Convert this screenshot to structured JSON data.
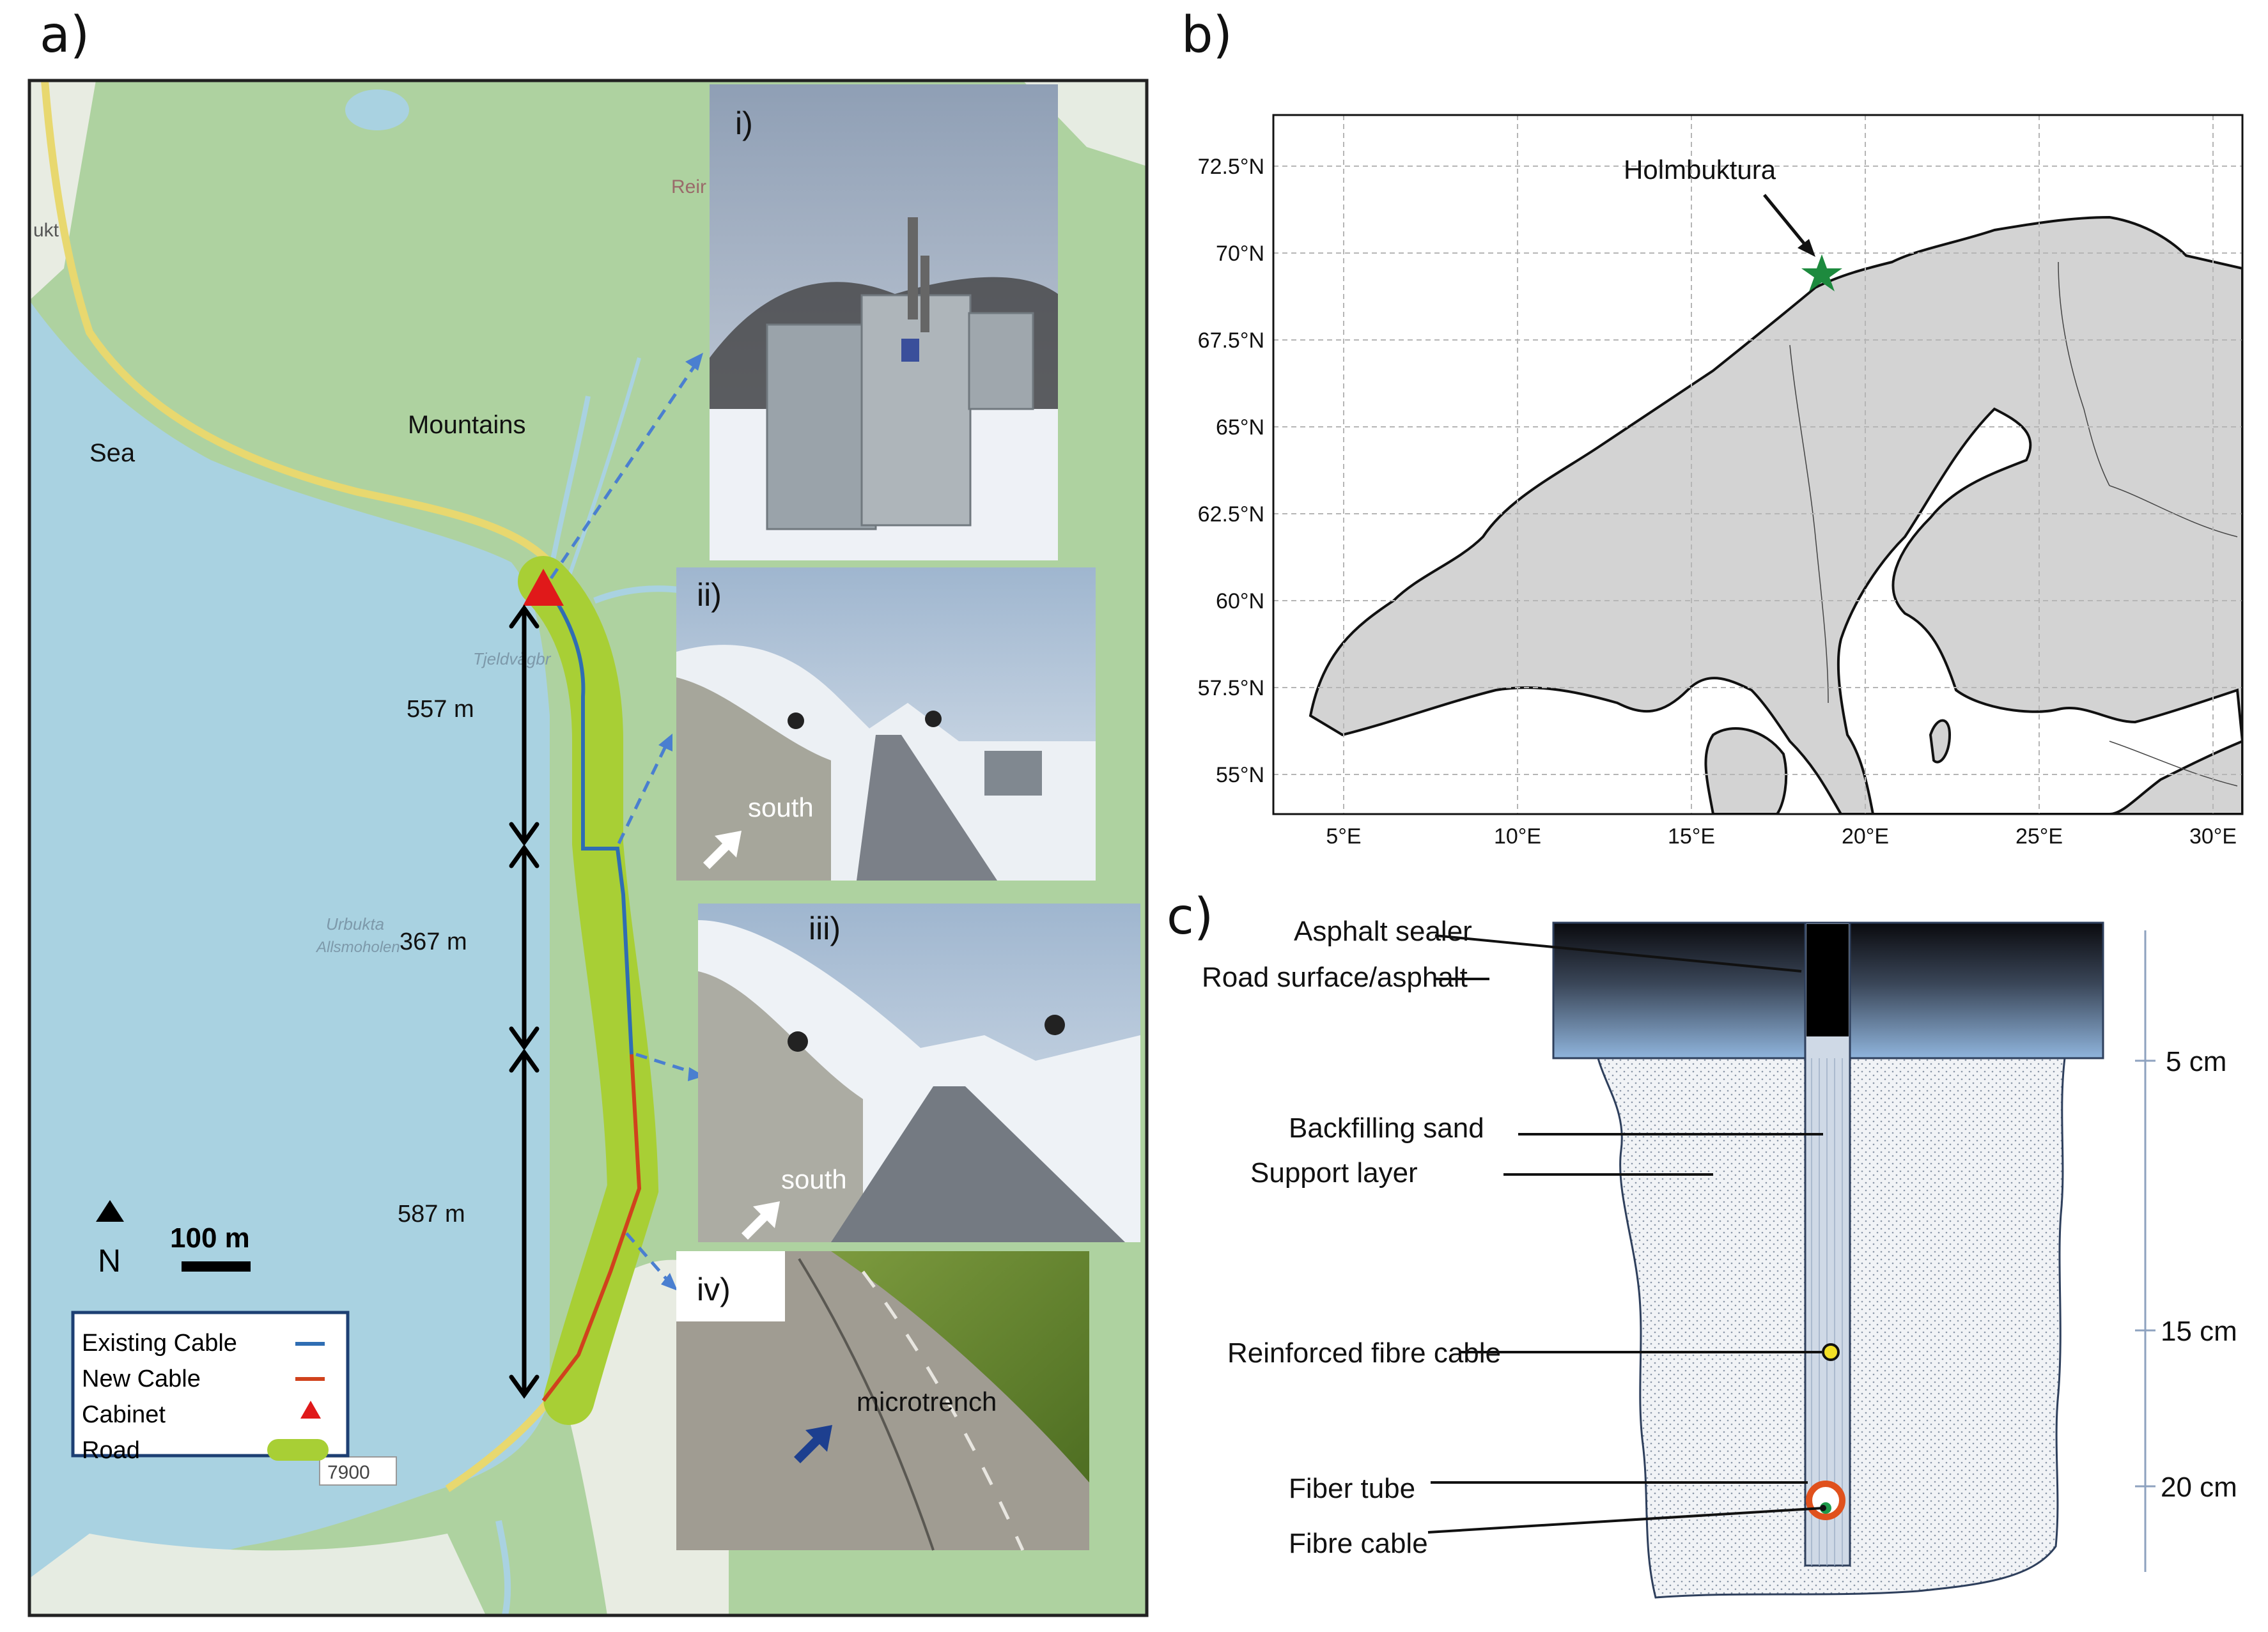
{
  "panel_a": {
    "label": "a)",
    "map_labels": {
      "sea": "Sea",
      "mountains": "Mountains",
      "faint_place_1": "ukt",
      "faint_place_2": "Reir",
      "faint_place_3": "Tjeldvågbr",
      "faint_place_4": "Urbukta",
      "faint_place_5": "Allsmoholen",
      "road_number": "7900"
    },
    "segments": [
      "557 m",
      "367 m",
      "587 m"
    ],
    "north": "N",
    "scale": "100 m",
    "legend": {
      "existing_cable": "Existing Cable",
      "new_cable": "New Cable",
      "cabinet": "Cabinet",
      "road": "Road"
    },
    "photos": {
      "i": {
        "label": "i)"
      },
      "ii": {
        "label": "ii)",
        "direction": "south"
      },
      "iii": {
        "label": "iii)",
        "direction": "south"
      },
      "iv": {
        "label": "iv)",
        "annotation": "microtrench"
      }
    },
    "colors": {
      "sea": "#a9d2e1",
      "land": "#aed2a0",
      "road": "#a8cf35",
      "existing_cable": "#2f6db3",
      "new_cable": "#d0421d",
      "cabinet": "#e0191a"
    }
  },
  "panel_b": {
    "label": "b)",
    "site_label": "Holmbuktura",
    "x_ticks": [
      "5°E",
      "10°E",
      "15°E",
      "20°E",
      "25°E",
      "30°E"
    ],
    "y_ticks": [
      "72.5°N",
      "70°N",
      "67.5°N",
      "65°N",
      "62.5°N",
      "60°N",
      "57.5°N",
      "55°N"
    ],
    "colors": {
      "land": "#d3d3d3",
      "sea": "#ffffff",
      "marker": "#1d8a3e"
    }
  },
  "panel_c": {
    "label": "c)",
    "layers": {
      "asphalt_sealer": "Asphalt sealer",
      "road_surface": "Road surface/asphalt",
      "backfilling_sand": "Backfilling sand",
      "support_layer": "Support layer",
      "reinforced_fibre_cable": "Reinforced fibre cable",
      "fiber_tube": "Fiber tube",
      "fibre_cable": "Fibre cable"
    },
    "depths": [
      "5 cm",
      "15 cm",
      "20 cm"
    ]
  }
}
